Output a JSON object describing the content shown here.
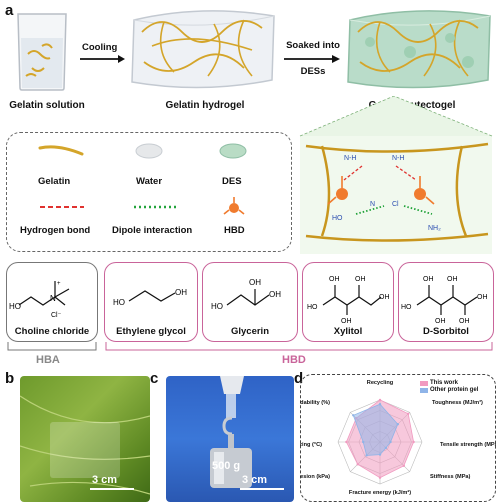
{
  "panels": {
    "a": "a",
    "b": "b",
    "c": "c",
    "d": "d"
  },
  "top_row": {
    "solution_label": "Gelatin solution",
    "hydrogel_label": "Gelatin hydrogel",
    "eutectogel_label": "Gelatin eutectogel",
    "step1": "Cooling",
    "step2_line1": "Soaked into",
    "step2_line2": "DESs"
  },
  "legend": {
    "gelatin": "Gelatin",
    "water": "Water",
    "des": "DES",
    "hbond": "Hydrogen bond",
    "dipole": "Dipole interaction",
    "hbd": "HBD"
  },
  "molecules": {
    "choline": "Choline chloride",
    "eg": "Ethylene glycol",
    "glycerin": "Glycerin",
    "xylitol": "Xylitol",
    "sorbitol": "D-Sorbitol",
    "hba_group": "HBA",
    "hbd_group": "HBD"
  },
  "photos": {
    "b_scale": "3 cm",
    "c_scale": "3 cm",
    "c_weight": "500 g"
  },
  "chart_data": {
    "type": "radar",
    "axes": [
      "Recycling",
      "Toughness (MJ/m³)",
      "Tensile strength (MPa)",
      "Stiffness (MPa)",
      "Fracture energy (kJ/m²)",
      "Adhesion (kPa)",
      "Anti-freezing (°C)",
      "Degradability (%)"
    ],
    "legend": [
      "This work",
      "Other protein gel"
    ],
    "series": [
      {
        "name": "This work",
        "values": [
          1.0,
          0.95,
          0.8,
          0.8,
          0.85,
          0.75,
          0.8,
          0.8
        ],
        "color": "#f19ac0"
      },
      {
        "name": "Other protein gel",
        "values": [
          0.9,
          0.6,
          0.25,
          0.2,
          0.3,
          0.45,
          0.4,
          0.9
        ],
        "color": "#8fb4e8"
      }
    ]
  }
}
